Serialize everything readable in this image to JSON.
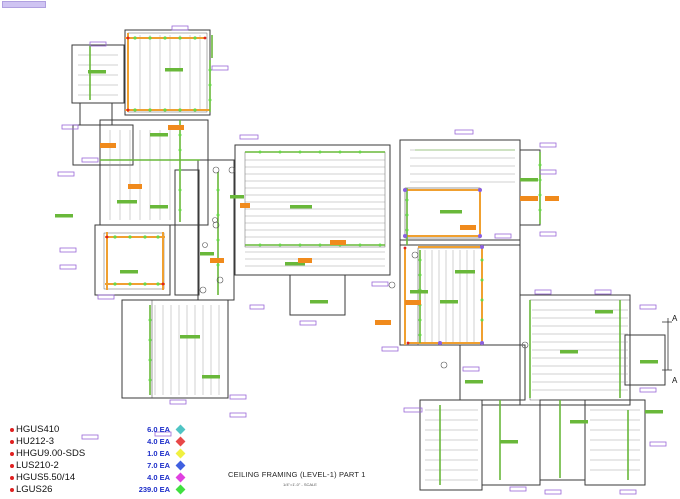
{
  "sheet": {
    "title": "CEILING FRAMING (LEVEL-1) PART 1",
    "scale_note": "1/4\"=1'-0\" - SCALE",
    "section_marker": "A"
  },
  "colors": {
    "wall": "#3a3a3a",
    "joist": "#8a8a8a",
    "beam_orange": "#f0a030",
    "beam_green": "#69b83a",
    "tag_purple": "#9a66d8",
    "tag_orange": "#f08a1c",
    "hanger_red": "#e02020",
    "qty_blue": "#1d2ec9"
  },
  "legend": [
    {
      "name": "HGUS410",
      "qty": "6.0 EA",
      "marker_color": "#4fc4c4"
    },
    {
      "name": "HU212-3",
      "qty": "4.0 EA",
      "marker_color": "#e84848"
    },
    {
      "name": "HHGU9.00-SDS",
      "qty": "1.0 EA",
      "marker_color": "#f0f040"
    },
    {
      "name": "LUS210-2",
      "qty": "7.0 EA",
      "marker_color": "#4060e0"
    },
    {
      "name": "HGUS5.50/14",
      "qty": "4.0 EA",
      "marker_color": "#e040e0"
    },
    {
      "name": "LGUS26",
      "qty": "239.0 EA",
      "marker_color": "#40e040"
    }
  ]
}
